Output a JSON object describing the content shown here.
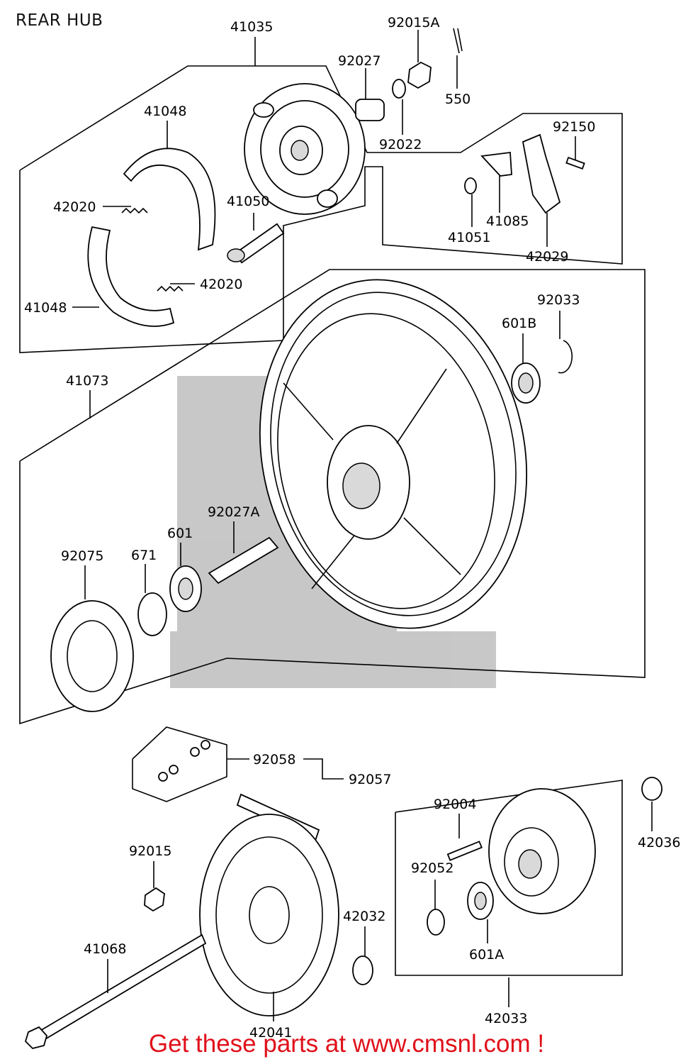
{
  "title": "REAR HUB",
  "footer": "Get these parts at www.cmsnl.com !",
  "colors": {
    "footer": "#e0101a",
    "ink": "#000000",
    "background": "#ffffff"
  },
  "parts": [
    {
      "id": "41035"
    },
    {
      "id": "92015A"
    },
    {
      "id": "92027"
    },
    {
      "id": "550"
    },
    {
      "id": "92022"
    },
    {
      "id": "41048"
    },
    {
      "id": "92150"
    },
    {
      "id": "42020"
    },
    {
      "id": "41050"
    },
    {
      "id": "41085"
    },
    {
      "id": "41051"
    },
    {
      "id": "42020"
    },
    {
      "id": "42029"
    },
    {
      "id": "41048"
    },
    {
      "id": "92033"
    },
    {
      "id": "601B"
    },
    {
      "id": "41073"
    },
    {
      "id": "92027A"
    },
    {
      "id": "601"
    },
    {
      "id": "92075"
    },
    {
      "id": "671"
    },
    {
      "id": "92058"
    },
    {
      "id": "92057"
    },
    {
      "id": "92004"
    },
    {
      "id": "42036"
    },
    {
      "id": "92015"
    },
    {
      "id": "92052"
    },
    {
      "id": "42032"
    },
    {
      "id": "601A"
    },
    {
      "id": "41068"
    },
    {
      "id": "42033"
    },
    {
      "id": "42041"
    }
  ]
}
